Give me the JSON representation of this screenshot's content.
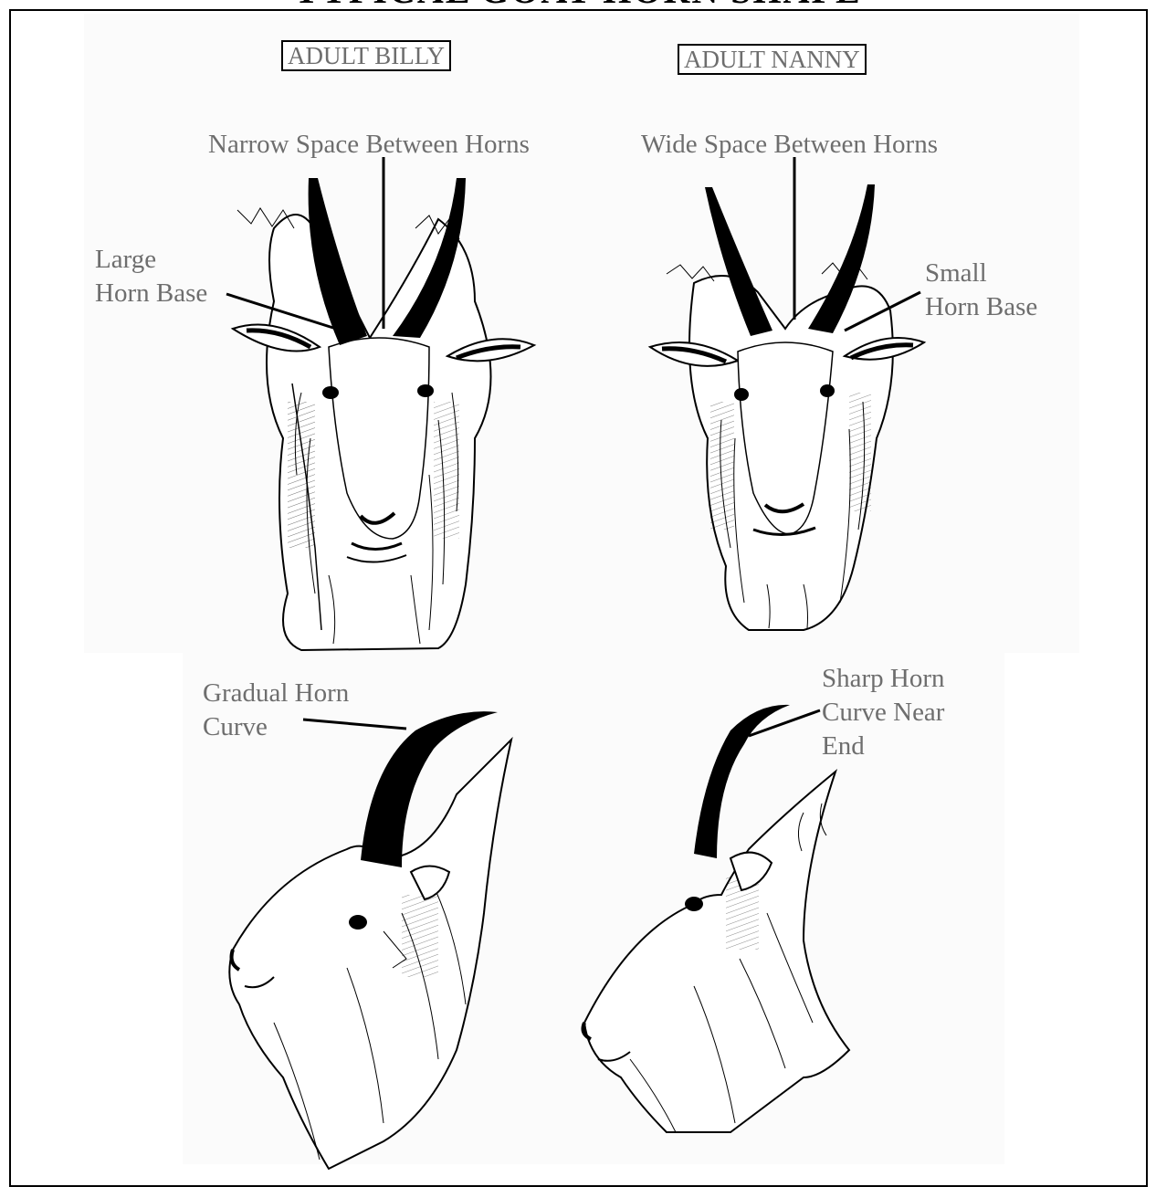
{
  "page_title": "TYPICAL GOAT HORN SHAPE",
  "headers": {
    "billy": "ADULT BILLY",
    "nanny": "ADULT NANNY"
  },
  "labels": {
    "narrow_space": "Narrow Space Between Horns",
    "wide_space": "Wide Space Between Horns",
    "large_horn_base": [
      "Large",
      "Horn Base"
    ],
    "small_horn_base": [
      "Small",
      "Horn Base"
    ],
    "gradual_curve": [
      "Gradual Horn",
      "Curve"
    ],
    "sharp_curve": [
      "Sharp Horn",
      "Curve Near",
      "End"
    ]
  },
  "illustrations": {
    "billy_front": "billy-goat-front-drawing",
    "nanny_front": "nanny-goat-front-drawing",
    "billy_side": "billy-goat-side-drawing",
    "nanny_side": "nanny-goat-side-drawing"
  },
  "colors": {
    "label_text": "#6e6e6e",
    "ink": "#000000",
    "sheet": "#fbfbfb"
  }
}
